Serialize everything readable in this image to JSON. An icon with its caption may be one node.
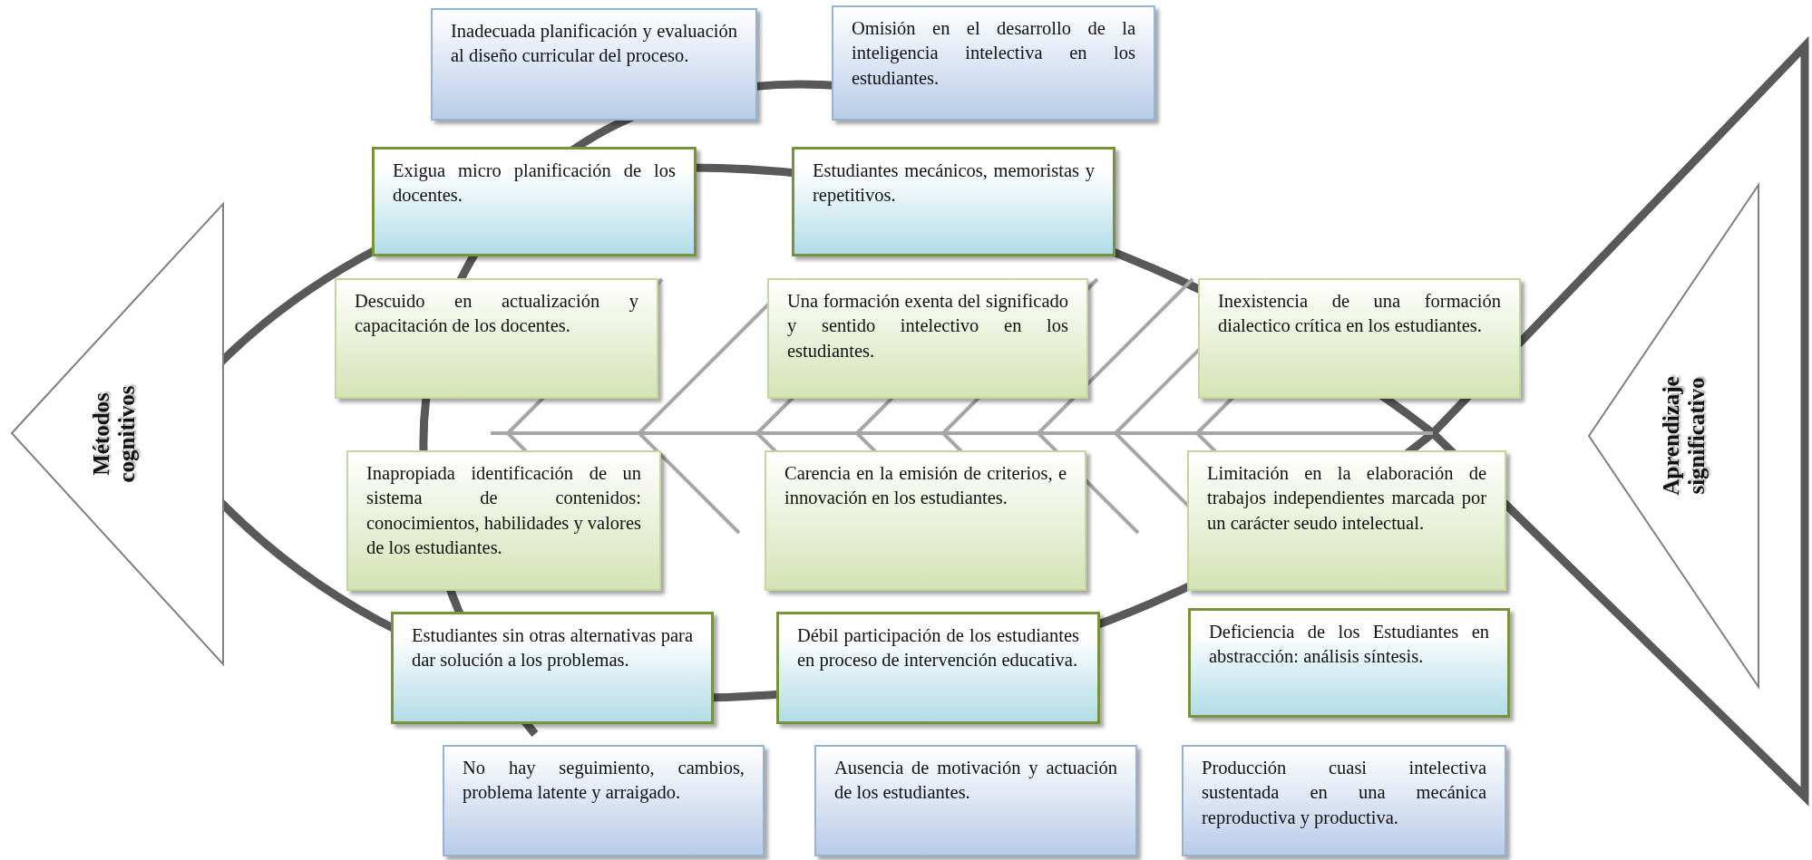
{
  "diagram": {
    "nodes": [
      {
        "text": [
          "Métodos cognitivos"
        ]
      },
      {
        "text": [
          "Inadecuada planificación y evaluación al diseño curricular del proceso."
        ]
      },
      {
        "text": [
          "Omisión en el desarrollo de la inteligencia intelectiva en los estudiantes."
        ]
      },
      {
        "text": [
          "Exigua micro planificación de los docentes."
        ]
      },
      {
        "text": [
          "Estudiantes mecánicos, memoristas y repetitivos."
        ]
      },
      {
        "text": [
          "Descuido en actualización y capacitación de los docentes."
        ]
      },
      {
        "text": [
          "Una formación exenta del significado y sentido intelectivo en los estudiantes."
        ]
      },
      {
        "text": [
          "Inexistencia de una formación dialectico crítica en los estudiantes."
        ]
      },
      {
        "text": [
          "Inapropiada identificación de un sistema de contenidos: conocimientos, habilidades y valores de los estudiantes."
        ]
      },
      {
        "text": [
          "Carencia en la emisión de criterios, e innovación en los estudiantes."
        ]
      },
      {
        "text": [
          "Limitación en la elaboración de trabajos independientes marcada por un carácter seudo intelectual."
        ]
      },
      {
        "text": [
          "Estudiantes sin otras alternativas para dar solución a los problemas."
        ]
      },
      {
        "text": [
          "Débil participación de los estudiantes en proceso de intervención educativa."
        ]
      },
      {
        "text": [
          "Deficiencia de los Estudiantes en abstracción: análisis síntesis."
        ]
      },
      {
        "text": [
          "No hay seguimiento, cambios, problema latente y arraigado."
        ]
      },
      {
        "text": [
          "Ausencia de motivación y actuación de los estudiantes."
        ]
      },
      {
        "text": [
          "Producción cuasi intelectiva sustentada en una mecánica reproductiva y productiva."
        ]
      },
      {
        "text": [
          "Aprendizaje significativo"
        ]
      }
    ]
  }
}
